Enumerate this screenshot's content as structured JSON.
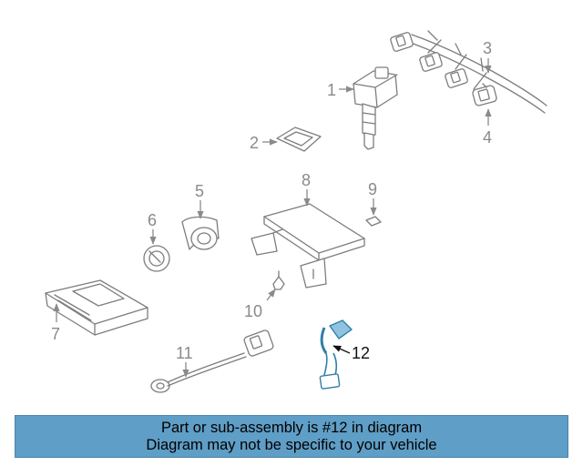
{
  "diagram": {
    "callouts": {
      "c1": "1",
      "c2": "2",
      "c3": "3",
      "c4": "4",
      "c5": "5",
      "c6": "6",
      "c7": "7",
      "c8": "8",
      "c9": "9",
      "c10": "10",
      "c11": "11",
      "c12": "12"
    },
    "highlighted_callout": "12"
  },
  "banner": {
    "line1": "Part or sub-assembly is #12 in diagram",
    "line2": "Diagram may not be specific to your vehicle",
    "background": "#5f9ec6",
    "text_color": "#000000"
  },
  "colors": {
    "part_stroke": "#7d7d7d",
    "highlight_part": "#2f7fa8",
    "callout_text": "#8a8a8a",
    "highlight_text": "#111111"
  }
}
